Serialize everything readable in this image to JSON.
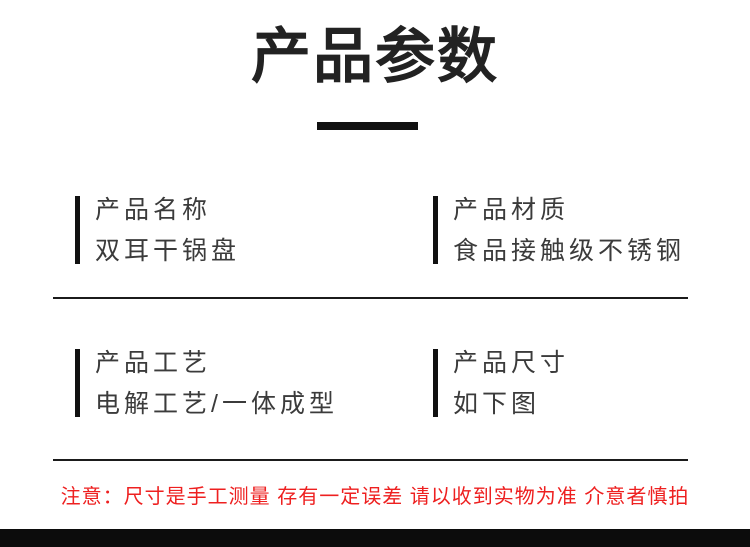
{
  "header": {
    "title": "产品参数"
  },
  "specs": {
    "items": [
      {
        "label": "产品名称",
        "value": "双耳干锅盘"
      },
      {
        "label": "产品材质",
        "value": "食品接触级不锈钢"
      },
      {
        "label": "产品工艺",
        "value": "电解工艺/一体成型"
      },
      {
        "label": "产品尺寸",
        "value": "如下图"
      }
    ]
  },
  "notice": {
    "text": "注意：尺寸是手工测量 存有一定误差 请以收到实物为准 介意者慎拍"
  },
  "colors": {
    "title_text": "#222222",
    "body_text": "#3b3b3b",
    "accent_bar": "#111111",
    "divider": "#1b1b1b",
    "notice_red": "#ee2020",
    "bottom_bar": "#0c0c0c",
    "background": "#ffffff"
  }
}
